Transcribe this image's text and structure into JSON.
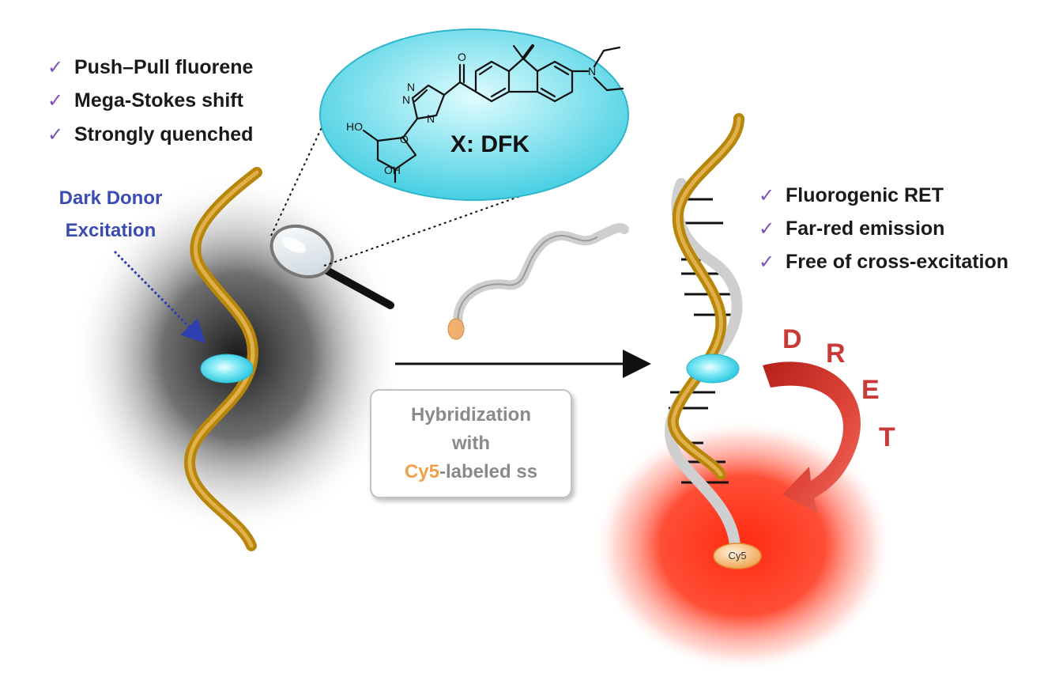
{
  "left_features": [
    {
      "check": "✓",
      "text": "Push–Pull fluorene"
    },
    {
      "check": "✓",
      "text": "Mega-Stokes shift"
    },
    {
      "check": "✓",
      "text": "Strongly quenched"
    }
  ],
  "right_features": [
    {
      "check": "✓",
      "text": "Fluorogenic RET"
    },
    {
      "check": "✓",
      "text": "Far-red emission"
    },
    {
      "check": "✓",
      "text": "Free of cross-excitation"
    }
  ],
  "donor_label": {
    "line1": "Dark Donor",
    "line2": "Excitation"
  },
  "structure_label": "X: DFK",
  "structure_atoms": {
    "ho": "HO",
    "oh": "OH",
    "ring_o": "O",
    "n1": "N",
    "n2": "N",
    "n3": "N",
    "carbonyl_o": "O",
    "amine_n": "N"
  },
  "hybridization": {
    "line1": "Hybridization",
    "line2": "with",
    "cy5": "Cy5",
    "rest": "-labeled ss"
  },
  "dret": [
    "D",
    "R",
    "E",
    "T"
  ],
  "cy5_tag": "Cy5",
  "colors": {
    "strand_gold": "#b8860b",
    "strand_gray": "#cfcfcf",
    "balloon_cyan": "#5fe0f0",
    "check_purple": "#7b52b8",
    "donor_blue": "#3a4cb0",
    "dret_red": "#c93a36",
    "glow_red": "#ff2a10",
    "cy5_orange": "#f0a04a"
  }
}
